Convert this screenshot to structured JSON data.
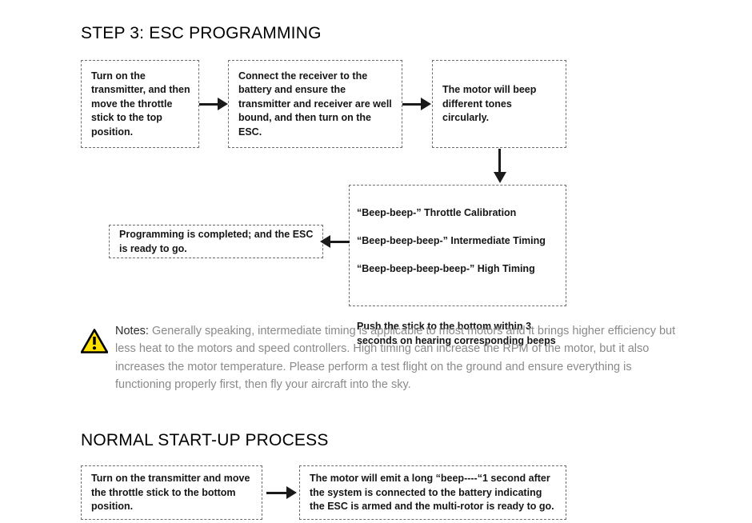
{
  "headings": {
    "step3": "STEP 3: ESC PROGRAMMING",
    "startup": "NORMAL START-UP PROCESS"
  },
  "flow_step3": {
    "box1": "Turn on the transmitter, and then move the throttle stick to the top position.",
    "box2": "Connect the receiver to the battery and ensure the transmitter and receiver are well bound, and then turn on the ESC.",
    "box3": "The motor will beep different tones circularly.",
    "beeps": {
      "line1": "“Beep-beep-”      Throttle Calibration",
      "line2": "“Beep-beep-beep-” Intermediate Timing",
      "line3": "“Beep-beep-beep-beep-”  High Timing",
      "instruction": "Push the stick to the bottom within 3 seconds on hearing corresponding beeps"
    },
    "done": "Programming is completed; and the ESC is ready to go."
  },
  "notes": {
    "label": "Notes:",
    "body": "  Generally speaking, intermediate timing is applicable to most motors and it brings higher efficiency but less heat to the motors and speed controllers. High timing can increase the RPM of the motor, but it also increases the motor temperature. Please perform a test flight on the ground and ensure everything is functioning properly first, then fly your aircraft into the sky.",
    "icon": "warning-triangle-icon",
    "icon_fill": "#FFE000",
    "icon_stroke": "#000000",
    "text_color": "#8a8a8a",
    "label_color": "#2b2b2b"
  },
  "flow_startup": {
    "box1": "Turn on the transmitter and move the throttle stick to the bottom position.",
    "box2": "The motor will emit a long “beep----“1 second after the system is connected to the battery indicating the ESC is armed and the multi-rotor is ready to go."
  },
  "arrows": {
    "a1": "arrow-right-icon",
    "a2": "arrow-right-icon",
    "a3": "arrow-down-icon",
    "a4": "arrow-left-icon",
    "a5": "arrow-right-icon"
  },
  "colors": {
    "box_border": "#6f6f6f",
    "arrow": "#1a1a1a",
    "text": "#151515",
    "background": "#ffffff"
  }
}
